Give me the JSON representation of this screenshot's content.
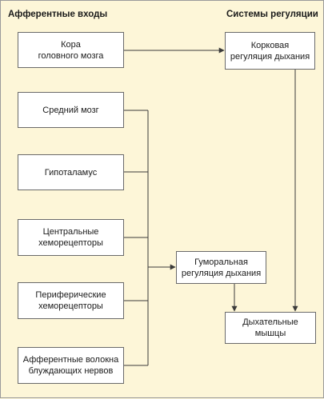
{
  "headers": {
    "inputs": "Афферентные входы",
    "systems": "Системы регуляции"
  },
  "boxes": {
    "cortex": "Кора\nголовного мозга",
    "midbrain": "Средний мозг",
    "hypothalamus": "Гипоталамус",
    "central_chemo": "Центральные\nхеморецепторы",
    "peripheral_chemo": "Периферические\nхеморецепторы",
    "vagus_afferents": "Афферентные волокна\nблуждающих нервов",
    "cortical_regulation": "Корковая\nрегуляция дыхания",
    "humoral_regulation": "Гуморальная\nрегуляция дыхания",
    "respiratory_muscles": "Дыхательные\nмышцы"
  },
  "colors": {
    "background": "#fdf6d8",
    "box_fill": "#ffffff",
    "line": "#3a3a3a"
  }
}
